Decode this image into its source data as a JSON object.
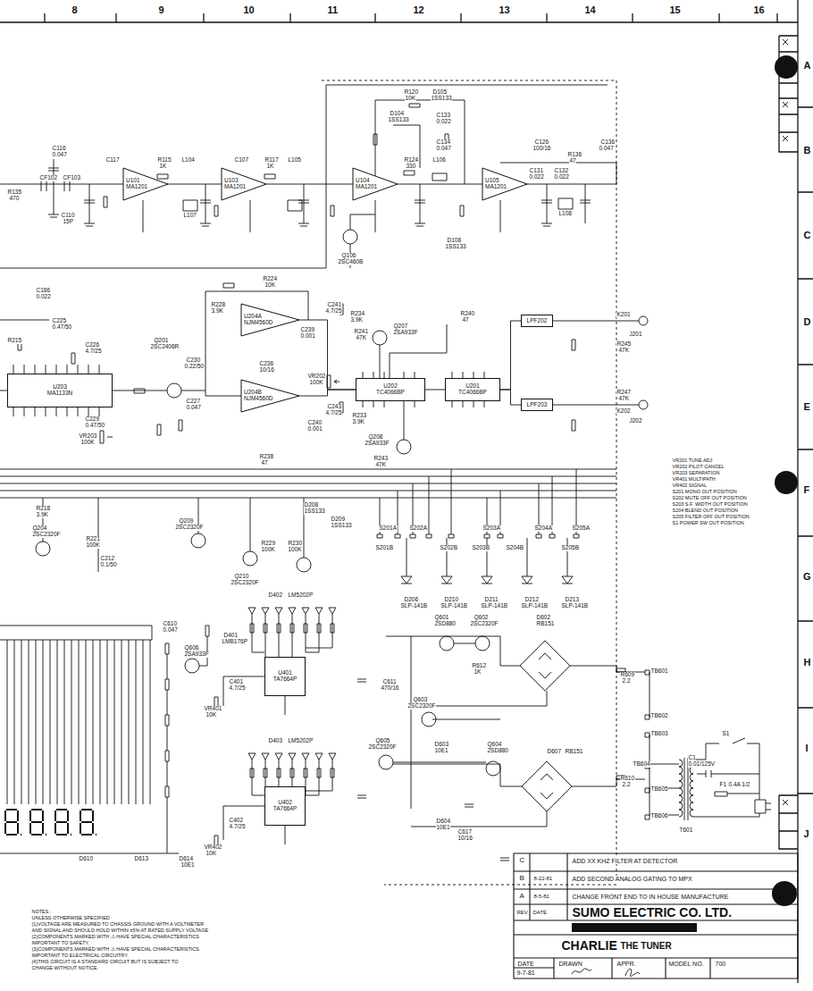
{
  "diagram": {
    "nodes": [
      {
        "text": [
          "U101",
          "MA1201"
        ]
      },
      {
        "text": [
          "U103",
          "MA1201"
        ]
      },
      {
        "text": [
          "U104",
          "MA1201"
        ]
      },
      {
        "text": [
          "U105",
          "MA1201"
        ]
      },
      {
        "text": [
          "U203",
          "MA1133N"
        ]
      },
      {
        "text": [
          "U204A",
          "NJM4560D"
        ]
      },
      {
        "text": [
          "U204B",
          "NJM4560D"
        ]
      },
      {
        "text": [
          "U202",
          "TC4066BP"
        ]
      },
      {
        "text": [
          "U201",
          "TC4066BP"
        ]
      },
      {
        "text": [
          "LPF202"
        ]
      },
      {
        "text": [
          "LPF203"
        ]
      },
      {
        "text": [
          "U401",
          "TA7664P"
        ]
      },
      {
        "text": [
          "U402",
          "TA7664P"
        ]
      }
    ],
    "edges": [
      {
        "from": 0,
        "to": 1,
        "arrow": "none"
      },
      {
        "from": 1,
        "to": 2,
        "arrow": "none"
      },
      {
        "from": 2,
        "to": 3,
        "arrow": "none"
      },
      {
        "from": 5,
        "to": 7,
        "arrow": "none"
      },
      {
        "from": 6,
        "to": 7,
        "arrow": "none"
      },
      {
        "from": 7,
        "to": 8,
        "arrow": "none"
      },
      {
        "from": 8,
        "to": 9,
        "arrow": "none"
      },
      {
        "from": 8,
        "to": 10,
        "arrow": "none"
      }
    ],
    "labels": [
      "8",
      "9",
      "10",
      "11",
      "12",
      "13",
      "14",
      "15",
      "16",
      "A",
      "B",
      "C",
      "D",
      "E",
      "F",
      "G",
      "H",
      "I",
      "J",
      "C116",
      "0.047",
      "C117",
      "R115",
      "1K",
      "L104",
      "C107",
      "R117",
      "1K",
      "L105",
      "R120",
      "10K",
      "D105",
      "1SS133",
      "D104",
      "1SS133",
      "C133",
      "0.022",
      "C134",
      "0.047",
      "R124",
      "330",
      "L106",
      "C126",
      "100/16",
      "R136",
      "47",
      "C136",
      "0.047",
      "C131",
      "0.022",
      "C132",
      "0.022",
      "L108",
      "CF102",
      "CF103",
      "C110",
      "15P",
      "R135",
      "470",
      "C186",
      "0.022",
      "L107",
      "Q106",
      "2SC460B",
      "D108",
      "1SS133",
      "R224",
      "10K",
      "R228",
      "3.9K",
      "C239",
      "0.001",
      "C241",
      "4.7/25",
      "R234",
      "3.9K",
      "Q207",
      "2SA933F",
      "R240",
      "47",
      "R241",
      "47K",
      "K201",
      "J201",
      "R245",
      "47K",
      "R247",
      "47K",
      "K202",
      "J202",
      "C225",
      "0.47/50",
      "R215",
      "C226",
      "4.7/25",
      "C229",
      "0.47/50",
      "VR203",
      "100K",
      "Q201",
      "2SC2406R",
      "C230",
      "0.22/50",
      "C227",
      "0.047",
      "C236",
      "10/16",
      "VR202",
      "100K",
      "C240",
      "0.001",
      "C243",
      "4.7/25",
      "R233",
      "3.9K",
      "Q208",
      "2SA933F",
      "R243",
      "47K",
      "R238",
      "47",
      "R218",
      "3.9K",
      "Q204",
      "2SC2320F",
      "R221",
      "100K",
      "C212",
      "0.1/50",
      "Q209",
      "2SC2320F",
      "Q210",
      "2SC2320F",
      "R229",
      "100K",
      "R230",
      "100K",
      "D208",
      "1SS133",
      "D209",
      "1SS133",
      "S201A",
      "S202A",
      "S203A",
      "S204A",
      "S205A",
      "S201B",
      "S202B",
      "S203B",
      "S204B",
      "S205B",
      "D206",
      "SLP-141B",
      "D210",
      "SLP-141B",
      "D211",
      "SLP-141B",
      "D212",
      "SLP-141B",
      "D213",
      "SLP-141B",
      "D402",
      "LM5202P",
      "D401",
      "LMB176P",
      "C401",
      "4.7/25",
      "VR401",
      "10K",
      "Q601",
      "2SD880",
      "Q602",
      "2SC2320F",
      "D602",
      "RB151",
      "Q603",
      "2SC2320F",
      "R612",
      "1K",
      "C611",
      "470/16",
      "R609",
      "2.2",
      "TB601",
      "TB602",
      "TB603",
      "TB604",
      "TB605",
      "TB606",
      "D403",
      "LM5202P",
      "Q605",
      "2SC2320F",
      "D603",
      "10E1",
      "Q604",
      "2SD880",
      "D607",
      "RB151",
      "R610",
      "2.2",
      "T601",
      "S1",
      "C1",
      "0.01/125V",
      "F1",
      "0.4A 1/2",
      "C402",
      "4.7/25",
      "VR402",
      "10K",
      "D614",
      "10E1",
      "D604",
      "10E1",
      "C617",
      "10/16",
      "C610",
      "0.047",
      "Q606",
      "2SA933F",
      "D610",
      "D613",
      "VR201 TUNE ADJ",
      "VR202 PILOT CANCEL",
      "VR203 SEPARATION",
      "VR401 MULTIPATH",
      "VR402 SIGNAL",
      "S201 MONO OUT POSITION",
      "S202 MUTE OFF OUT POSITION",
      "S203 S.F. WIDTH OUT POSITION",
      "S204 BLEND OUT POSITION",
      "S205 FILTER OFF OUT POSITION",
      "S1 POWER SW OUT POSITION",
      "NOTES :",
      "UNLESS OTHERWISE SPECIFIED",
      "(1)VOLTAGE ARE MEASURED TO CHASSIS GROUND WITH A VOLTMETER",
      "AND SIGNAL AND SHOULD HOLD WITHIN ±5% AT RATED SUPPLY VOLTAGE",
      "(2)COMPONENTS MARKED WITH ⚠ HAVE SPECIAL CHARACTERISTICS",
      "IMPORTANT TO SAFETY.",
      "(3)COMPONENTS MARKED WITH ⚠ HAVE SPECIAL CHARACTERISTICS",
      "IMPORTANT TO ELECTRICAL CIRCUITRY.",
      "(4)THIS CIRCUIT IS A STANDARD CIRCUIT BUT IS SUBJECT TO",
      "CHANGE WITHOUT NOTICE.",
      "C",
      "ADD XX KHZ FILTER AT DETECTOR",
      "B",
      "8-22-81",
      "ADD SECOND ANALOG GATING TO MPX",
      "A",
      "8-5-81",
      "CHANGE FRONT END TO IN HOUSE MANUFACTURE",
      "REV",
      "DATE",
      "SUMO ELECTRIC CO. LTD.",
      "CHARLIE",
      "THE TUNER",
      "DATE",
      "DRAWN",
      "APPR.",
      "MODEL NO.",
      "700",
      "9-7-81"
    ]
  }
}
